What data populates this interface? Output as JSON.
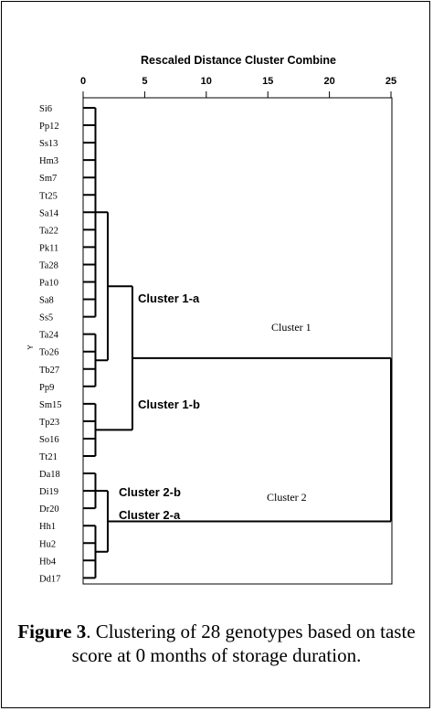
{
  "chart_data": {
    "type": "dendrogram",
    "title": "Rescaled Distance Cluster Combine",
    "xlim": [
      0,
      25
    ],
    "xticks": [
      "0",
      "5",
      "10",
      "15",
      "20",
      "25"
    ],
    "xtick_values": [
      0,
      5,
      10,
      15,
      20,
      25
    ],
    "ylabel": "Y",
    "leaves": [
      "Si6",
      "Pp12",
      "Ss13",
      "Hm3",
      "Sm7",
      "Tt25",
      "Sa14",
      "Ta22",
      "Pk11",
      "Ta28",
      "Pa10",
      "Sa8",
      "Ss5",
      "Ta24",
      "To26",
      "Tb27",
      "Pp9",
      "Sm15",
      "Tp23",
      "So16",
      "Tt21",
      "Da18",
      "Di19",
      "Dr20",
      "Hh1",
      "Hu2",
      "Hb4",
      "Dd17"
    ],
    "merges": [
      {
        "id": "c1a_sub1",
        "children": [
          0,
          1,
          2,
          3,
          4,
          5,
          6,
          7,
          8,
          9,
          10,
          11,
          12
        ],
        "distance": 1
      },
      {
        "id": "c1a_sub2",
        "children": [
          13,
          14,
          15,
          16
        ],
        "distance": 1
      },
      {
        "id": "c1a_sub3",
        "children": [
          17,
          18,
          19,
          20
        ],
        "distance": 1
      },
      {
        "id": "c2_sub1",
        "children": [
          21,
          22,
          23
        ],
        "distance": 1
      },
      {
        "id": "c2_sub2",
        "children": [
          24,
          25,
          26,
          27
        ],
        "distance": 1
      },
      {
        "id": "cluster_1a",
        "children": [
          "c1a_sub1",
          "c1a_sub2"
        ],
        "distance": 2
      },
      {
        "id": "cluster_2b",
        "children": [
          "c2_sub1",
          "c2_sub2"
        ],
        "distance": 2
      },
      {
        "id": "cluster_1",
        "children": [
          "cluster_1a",
          "c1a_sub3"
        ],
        "distance": 4
      },
      {
        "id": "root",
        "children": [
          "cluster_1",
          "cluster_2b"
        ],
        "distance": 25
      }
    ],
    "annotations": [
      {
        "id": "cluster_1a",
        "text": "Cluster 1-a"
      },
      {
        "id": "cluster_1b",
        "text": "Cluster 1-b"
      },
      {
        "id": "cluster_1",
        "text": "Cluster 1"
      },
      {
        "id": "cluster_2b",
        "text": "Cluster 2-b"
      },
      {
        "id": "cluster_2a",
        "text": "Cluster 2-a"
      },
      {
        "id": "cluster_2",
        "text": "Cluster 2"
      }
    ]
  },
  "caption": {
    "label": "Figure 3",
    "text": ".  Clustering of 28 genotypes based on taste score at 0 months of storage duration."
  }
}
